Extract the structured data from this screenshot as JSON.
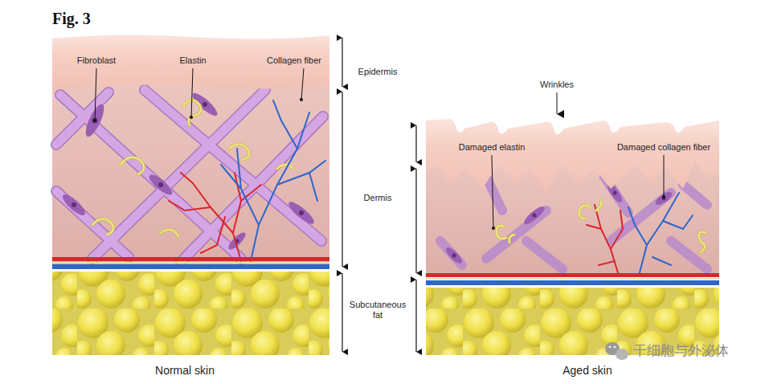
{
  "diagram": {
    "title": "Fig. 3",
    "labels": [
      "Fibroblast",
      "Elastin",
      "Collagen fiber",
      "Epidermis",
      "Dermis",
      "Subcutaneous fat",
      "Wrinkles",
      "Damaged elastin",
      "Damaged collagen fiber",
      "Normal skin",
      "Aged skin",
      "干细胞与外泌体"
    ]
  }
}
